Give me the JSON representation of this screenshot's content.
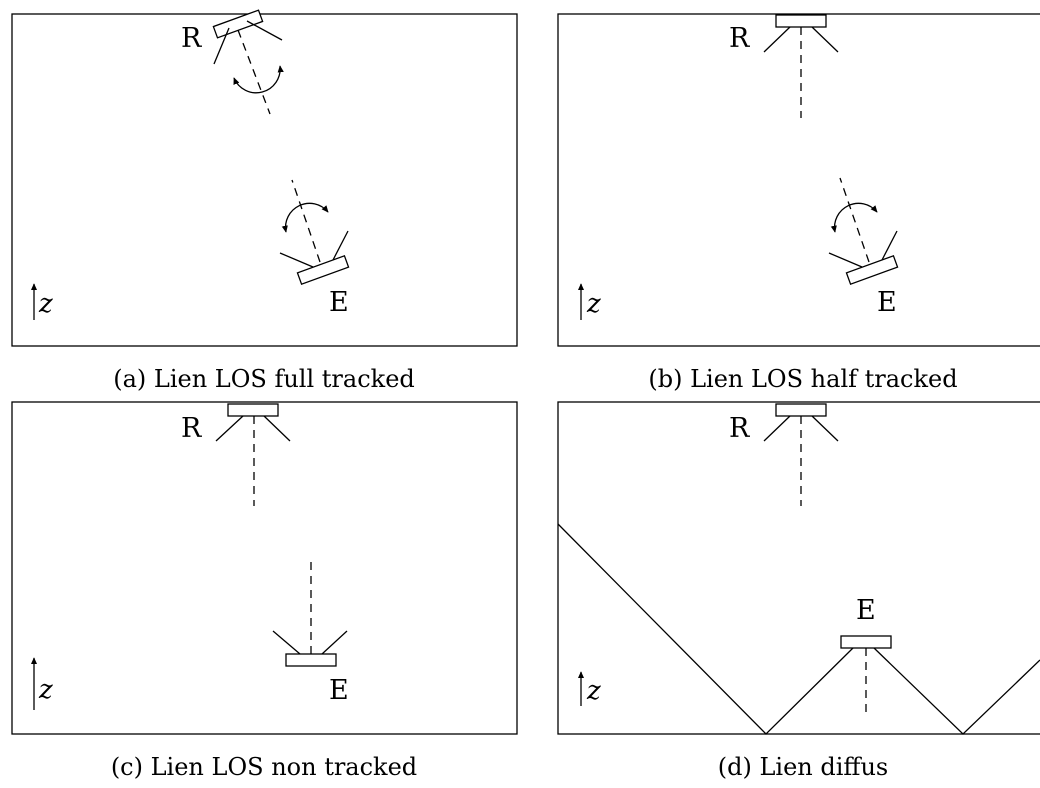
{
  "panels": [
    {
      "id": "a",
      "caption": "(a) Lien LOS full tracked",
      "receiver_label": "R",
      "emitter_label": "E",
      "axis_label": "z"
    },
    {
      "id": "b",
      "caption": "(b) Lien LOS half tracked",
      "receiver_label": "R",
      "emitter_label": "E",
      "axis_label": "z"
    },
    {
      "id": "c",
      "caption": "(c) Lien LOS non tracked",
      "receiver_label": "R",
      "emitter_label": "E",
      "axis_label": "z"
    },
    {
      "id": "d",
      "caption": "(d) Lien diffus",
      "receiver_label": "R",
      "emitter_label": "E",
      "axis_label": "z"
    }
  ]
}
